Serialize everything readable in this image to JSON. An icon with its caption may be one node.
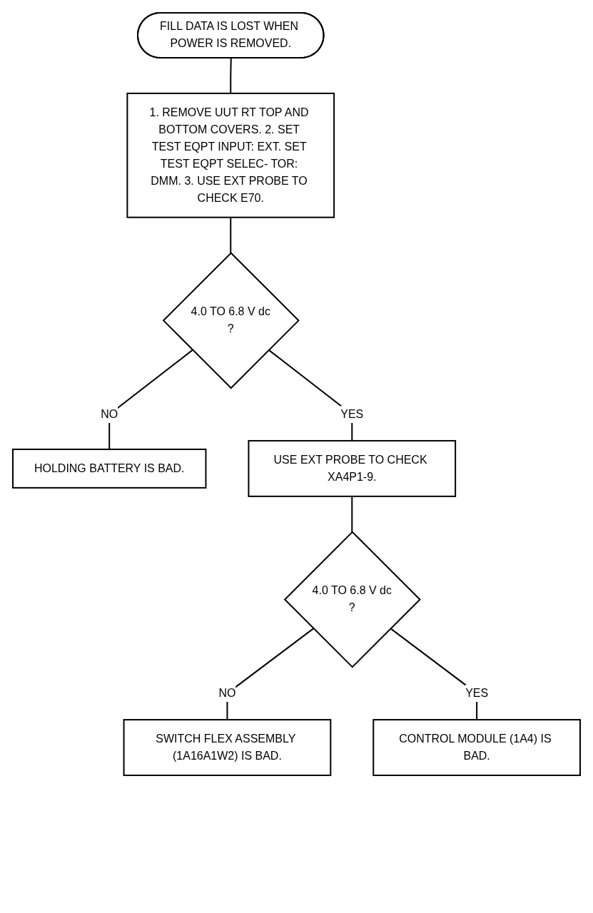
{
  "diagram": {
    "nodes": [
      {
        "text": [
          "FILL DATA IS LOST WHEN POWER IS REMOVED."
        ]
      },
      {
        "text": [
          "1. REMOVE UUT RT TOP AND BOTTOM COVERS. 2. SET TEST EQPT INPUT: EXT. SET TEST EQPT SELEC- TOR: DMM. 3. USE EXT PROBE TO CHECK E70."
        ]
      },
      {
        "text": [
          "4.0 TO 6.8 V dc",
          "?"
        ]
      },
      {
        "text": [
          "HOLDING BATTERY IS BAD."
        ]
      },
      {
        "text": [
          "USE EXT PROBE TO CHECK XA4P1-9."
        ]
      },
      {
        "text": [
          "4.0 TO 6.8 V dc",
          "?"
        ]
      },
      {
        "text": [
          "SWITCH FLEX ASSEMBLY (1A16A1W2) IS BAD."
        ]
      },
      {
        "text": [
          "CONTROL MODULE (1A4) IS BAD."
        ]
      }
    ],
    "edges": [
      {
        "from": 0,
        "to": 1,
        "arrow": "none"
      },
      {
        "from": 1,
        "to": 2,
        "arrow": "none"
      },
      {
        "from": 2,
        "to": 3,
        "arrow": "none",
        "label": "NO"
      },
      {
        "from": 2,
        "to": 4,
        "arrow": "none",
        "label": "YES"
      },
      {
        "from": 4,
        "to": 5,
        "arrow": "none"
      },
      {
        "from": 5,
        "to": 6,
        "arrow": "none",
        "label": "NO"
      },
      {
        "from": 5,
        "to": 7,
        "arrow": "none",
        "label": "YES"
      }
    ]
  }
}
